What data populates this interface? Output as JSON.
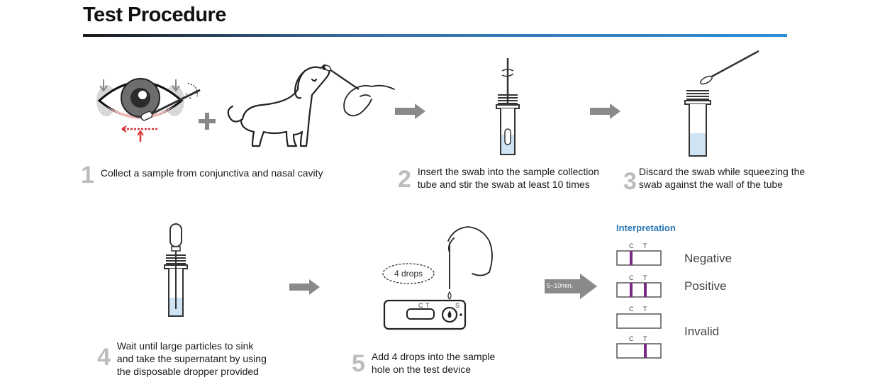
{
  "title": "Test Procedure",
  "steps": [
    {
      "number": "1",
      "lines": [
        "Collect a sample from conjunctiva and nasal cavity"
      ]
    },
    {
      "number": "2",
      "lines": [
        "Insert the swab into the sample collection",
        "tube and stir the swab at least 10 times"
      ]
    },
    {
      "number": "3",
      "lines": [
        "Discard the swab while squeezing the",
        "swab against the wall of the tube"
      ]
    },
    {
      "number": "4",
      "lines": [
        "Wait until large particles to sink",
        "and take the supernatant by using",
        "the disposable dropper provided"
      ]
    },
    {
      "number": "5",
      "lines": [
        "Add 4 drops into the sample",
        "hole on the test device"
      ]
    }
  ],
  "drops_label": "4 drops",
  "time_label": "5~10min.",
  "device_labels": {
    "c": "C",
    "t": "T",
    "s": "S"
  },
  "interpretation": {
    "title": "Interpretation",
    "c_label": "C",
    "t_label": "T",
    "results": [
      {
        "label": "Negative",
        "c_line": true,
        "t_line": false
      },
      {
        "label": "Positive",
        "c_line": true,
        "t_line": true
      },
      {
        "label": "Invalid",
        "c_line": false,
        "t_line": false
      },
      {
        "label": "",
        "c_line": false,
        "t_line": true
      }
    ]
  },
  "colors": {
    "line": "#7a2a85",
    "tube_liquid": "#cfe3f3",
    "arrow": "#8a8a8a",
    "accent": "#2f8fd6",
    "red": "#d9343a"
  }
}
